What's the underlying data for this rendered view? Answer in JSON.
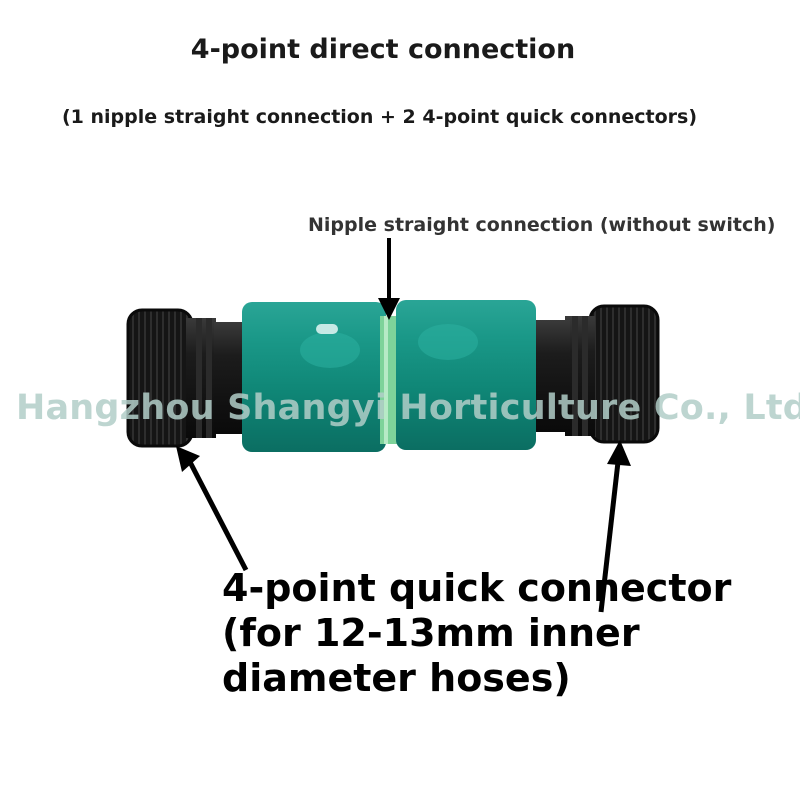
{
  "title": "4-point direct connection",
  "subtitle": "(1 nipple straight connection + 2 4-point quick connectors)",
  "label_nipple": "Nipple straight connection (without switch)",
  "watermark": "Hangzhou Shangyi Horticulture Co., Ltd.",
  "label_connector": "4-point quick connector (for 12-13mm inner diameter hoses)",
  "colors": {
    "body_teal": "#138f80",
    "cap_black": "#151515",
    "ring_green": "#7ed39a",
    "watermark": "#b2cec8"
  }
}
